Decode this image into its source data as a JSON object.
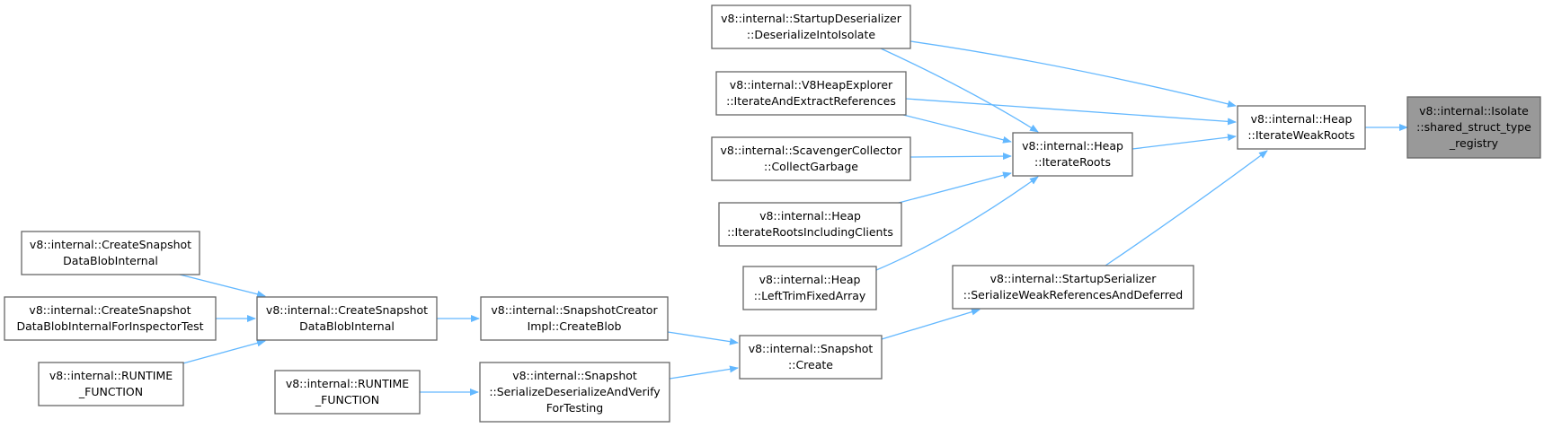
{
  "colors": {
    "edge": "#63b8ff",
    "node_border": "#666666",
    "highlight_fill": "#999999"
  },
  "nodes": [
    {
      "id": "isolate",
      "lines": [
        "v8::internal::Isolate",
        "::shared_struct_type",
        "_registry"
      ],
      "highlight": true
    },
    {
      "id": "iwr",
      "lines": [
        "v8::internal::Heap",
        "::IterateWeakRoots"
      ]
    },
    {
      "id": "sd",
      "lines": [
        "v8::internal::StartupDeserializer",
        "::DeserializeIntoIsolate"
      ]
    },
    {
      "id": "hex",
      "lines": [
        "v8::internal::V8HeapExplorer",
        "::IterateAndExtractReferences"
      ]
    },
    {
      "id": "ir",
      "lines": [
        "v8::internal::Heap",
        "::IterateRoots"
      ]
    },
    {
      "id": "sc",
      "lines": [
        "v8::internal::ScavengerCollector",
        "::CollectGarbage"
      ]
    },
    {
      "id": "iric",
      "lines": [
        "v8::internal::Heap",
        "::IterateRootsIncludingClients"
      ]
    },
    {
      "id": "ltfa",
      "lines": [
        "v8::internal::Heap",
        "::LeftTrimFixedArray"
      ]
    },
    {
      "id": "ss",
      "lines": [
        "v8::internal::StartupSerializer",
        "::SerializeWeakReferencesAndDeferred"
      ]
    },
    {
      "id": "snc",
      "lines": [
        "v8::internal::Snapshot",
        "::Create"
      ]
    },
    {
      "id": "sci",
      "lines": [
        "v8::internal::SnapshotCreator",
        "Impl::CreateBlob"
      ]
    },
    {
      "id": "sdv",
      "lines": [
        "v8::internal::Snapshot",
        "::SerializeDeserializeAndVerify",
        "ForTesting"
      ]
    },
    {
      "id": "rt2",
      "lines": [
        "v8::internal::RUNTIME",
        "_FUNCTION"
      ]
    },
    {
      "id": "csdbi_m",
      "lines": [
        "v8::internal::CreateSnapshot",
        "DataBlobInternal"
      ]
    },
    {
      "id": "csdbi_t",
      "lines": [
        "v8::internal::CreateSnapshot",
        "DataBlobInternal"
      ]
    },
    {
      "id": "csdbi_i",
      "lines": [
        "v8::internal::CreateSnapshot",
        "DataBlobInternalForInspectorTest"
      ]
    },
    {
      "id": "rt1",
      "lines": [
        "v8::internal::RUNTIME",
        "_FUNCTION"
      ]
    }
  ],
  "edges": [
    {
      "from": "iwr",
      "to": "isolate"
    },
    {
      "from": "sd",
      "to": "iwr"
    },
    {
      "from": "hex",
      "to": "iwr"
    },
    {
      "from": "ir",
      "to": "iwr"
    },
    {
      "from": "ss",
      "to": "iwr"
    },
    {
      "from": "sd",
      "to": "ir"
    },
    {
      "from": "hex",
      "to": "ir"
    },
    {
      "from": "sc",
      "to": "ir"
    },
    {
      "from": "iric",
      "to": "ir"
    },
    {
      "from": "ltfa",
      "to": "ir"
    },
    {
      "from": "snc",
      "to": "ss"
    },
    {
      "from": "sci",
      "to": "snc"
    },
    {
      "from": "sdv",
      "to": "snc"
    },
    {
      "from": "rt2",
      "to": "sdv"
    },
    {
      "from": "csdbi_m",
      "to": "sci"
    },
    {
      "from": "csdbi_t",
      "to": "csdbi_m"
    },
    {
      "from": "csdbi_i",
      "to": "csdbi_m"
    },
    {
      "from": "rt1",
      "to": "csdbi_m"
    }
  ]
}
